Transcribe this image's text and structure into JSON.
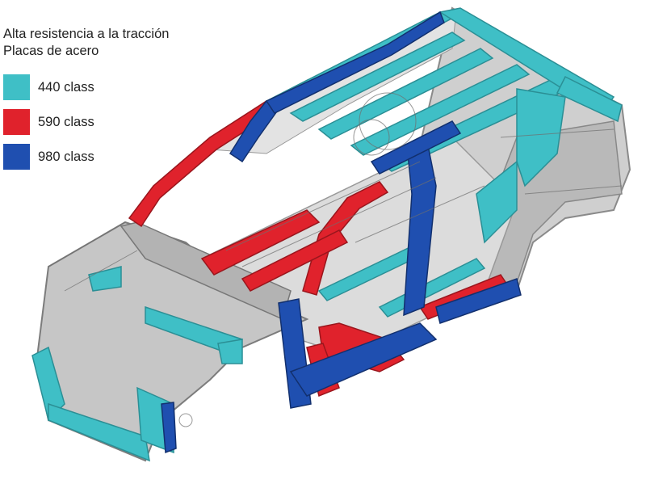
{
  "legend": {
    "title_line1": "Alta resistencia a la tracción",
    "title_line2": "Placas de acero",
    "items": [
      {
        "label": "440 class",
        "color": "#3fbfc6"
      },
      {
        "label": "590 class",
        "color": "#e0222c"
      },
      {
        "label": "980 class",
        "color": "#1f4fb0"
      }
    ]
  },
  "colors": {
    "steel_base": "#c8c8c8",
    "steel_shade": "#9a9a9a"
  }
}
